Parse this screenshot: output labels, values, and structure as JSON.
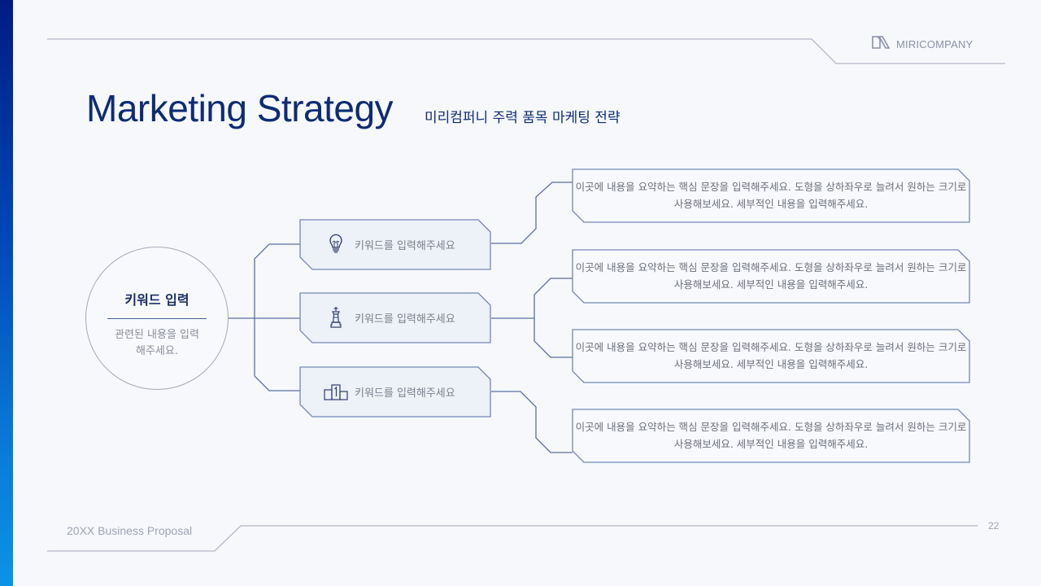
{
  "brand": {
    "logo_icon": "miricompany-logo-icon",
    "name": "MIRICOMPANY"
  },
  "header": {
    "title": "Marketing Strategy",
    "subtitle": "미리컴퍼니 주력 품목 마케팅 전략"
  },
  "colors": {
    "accent": "#0d2c74",
    "line": "#5b6fa0",
    "box_fill": "#edf1f8",
    "sidebar_top": "#001c82",
    "sidebar_bottom": "#0a93e6"
  },
  "center": {
    "title": "키워드 입력",
    "description": "관련된 내용을 입력 해주세요."
  },
  "keywords": [
    {
      "icon": "lightbulb-icon",
      "label": "키워드를 입력해주세요"
    },
    {
      "icon": "chess-king-icon",
      "label": "키워드를 입력해주세요"
    },
    {
      "icon": "podium-icon",
      "label": "키워드를 입력해주세요"
    }
  ],
  "details": [
    {
      "text": "이곳에 내용을 요약하는 핵심 문장을 입력해주세요. 도형을 상하좌우로 늘려서 원하는 크기로 사용해보세요. 세부적인 내용을 입력해주세요."
    },
    {
      "text": "이곳에 내용을 요약하는 핵심 문장을 입력해주세요. 도형을 상하좌우로 늘려서 원하는 크기로 사용해보세요. 세부적인 내용을 입력해주세요."
    },
    {
      "text": "이곳에 내용을 요약하는 핵심 문장을 입력해주세요. 도형을 상하좌우로 늘려서 원하는 크기로 사용해보세요. 세부적인 내용을 입력해주세요."
    },
    {
      "text": "이곳에 내용을 요약하는 핵심 문장을 입력해주세요. 도형을 상하좌우로 늘려서 원하는 크기로 사용해보세요. 세부적인 내용을 입력해주세요."
    }
  ],
  "footer": {
    "text": "20XX Business Proposal",
    "page_number": "22"
  }
}
